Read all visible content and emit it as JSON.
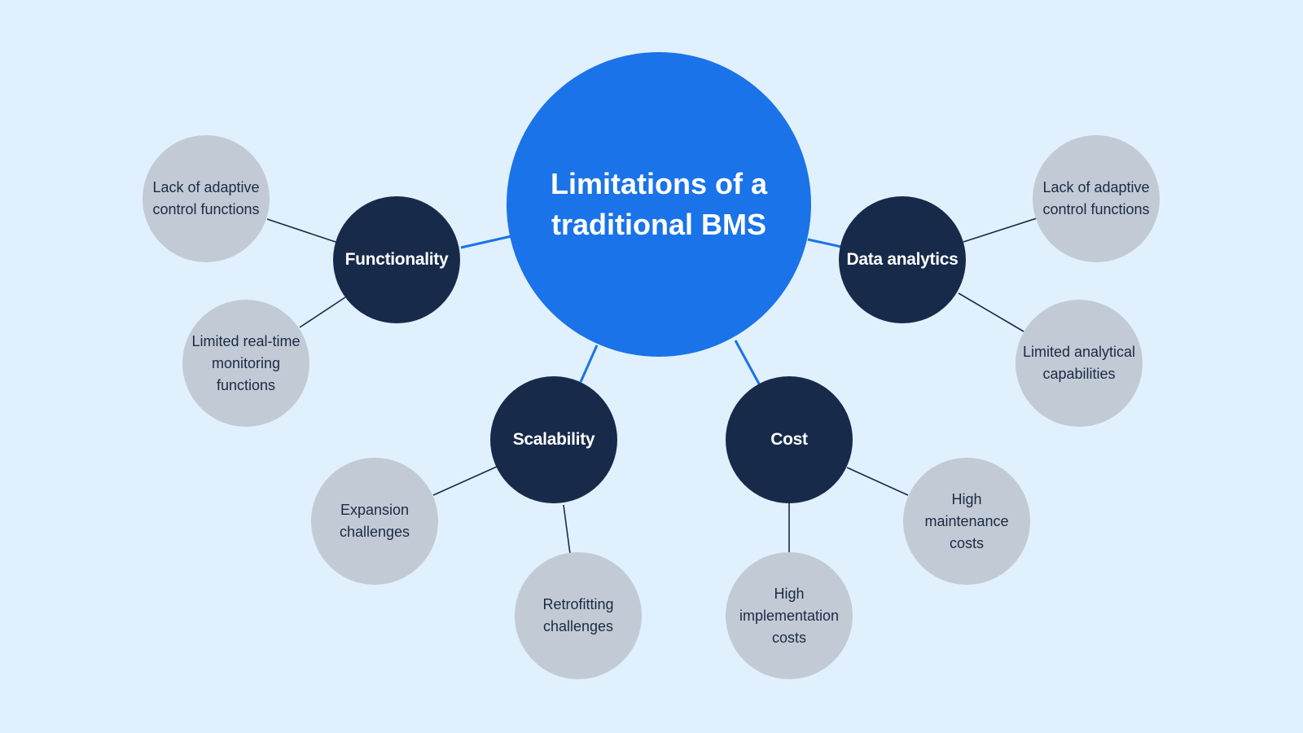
{
  "diagram": {
    "center": {
      "label": "Limitations of a traditional BMS",
      "color": "#1a73e8"
    },
    "colors": {
      "background": "#e1f0fd",
      "category_fill": "#172a4a",
      "leaf_fill": "#c2cbd5",
      "center_link": "#1a73e8",
      "leaf_link": "#1b2a45"
    },
    "categories": [
      {
        "label": "Functionality",
        "items": [
          "Lack of adaptive control functions",
          "Limited real-time monitoring functions"
        ]
      },
      {
        "label": "Scalability",
        "items": [
          "Expansion challenges",
          "Retrofitting challenges"
        ]
      },
      {
        "label": "Cost",
        "items": [
          "High implementation costs",
          "High maintenance costs"
        ]
      },
      {
        "label": "Data analytics",
        "items": [
          "Lack of adaptive control functions",
          "Limited analytical capabilities"
        ]
      }
    ]
  }
}
